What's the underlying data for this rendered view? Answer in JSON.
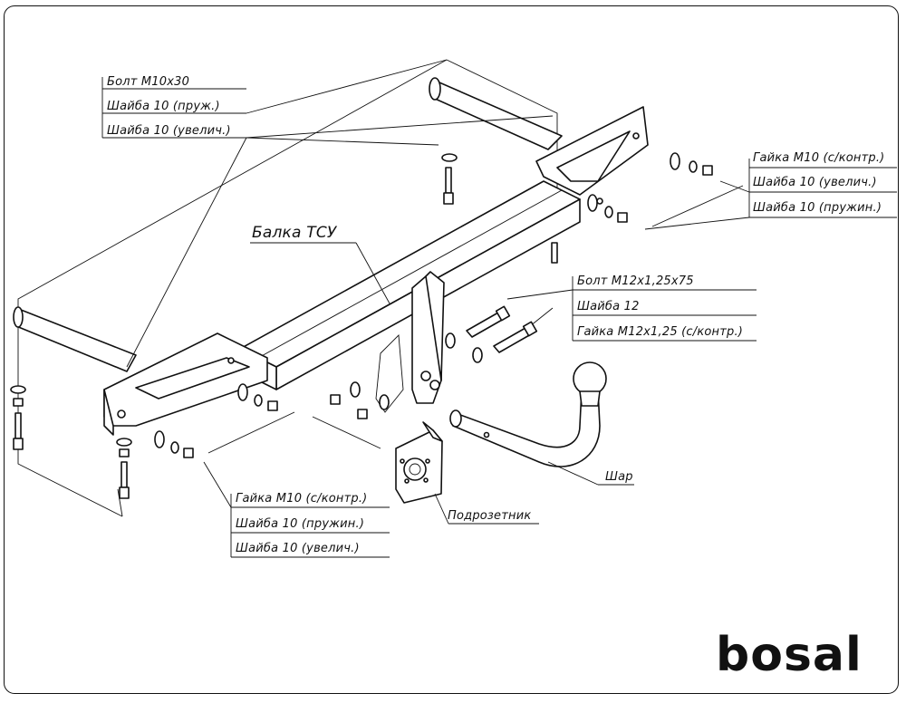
{
  "labels": {
    "bolt_m10x30": "Болт М10х30",
    "washer_10_spring_top": "Шайба 10 (пруж.)",
    "washer_10_enlarged_top": "Шайба 10 (увелич.)",
    "nut_m10_right": "Гайка М10 (с/контр.)",
    "washer_10_enlarged_right": "Шайба 10 (увелич.)",
    "washer_10_spring_right": "Шайба 10 (пружин.)",
    "beam": "Балка ТСУ",
    "bolt_m12": "Болт М12х1,25х75",
    "washer_12": "Шайба 12",
    "nut_m12": "Гайка М12х1,25 (с/контр.)",
    "ball": "Шар",
    "socket_plate": "Подрозетник",
    "nut_m10_bottom": "Гайка М10 (с/контр.)",
    "washer_10_spring_bottom": "Шайба 10 (пружин.)",
    "washer_10_enlarged_bottom": "Шайба 10 (увелич.)"
  },
  "logo": "bosal",
  "icons": [
    "bolt-icon",
    "washer-icon",
    "nut-icon"
  ]
}
